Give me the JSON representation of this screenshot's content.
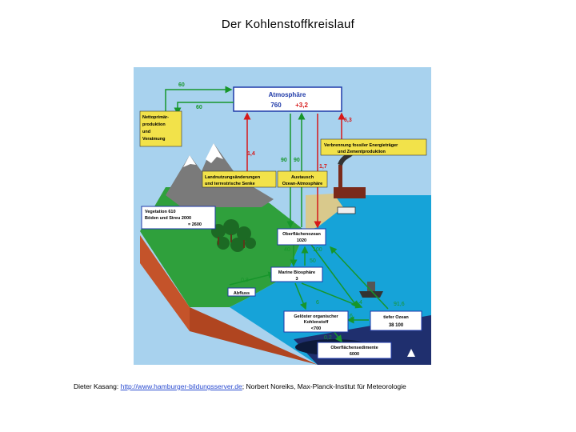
{
  "title": "Der  Kohlenstoffkreislauf",
  "credit": {
    "author": "Dieter Kasang:",
    "link": "http://www.hamburger-bildungsserver.de",
    "rest": "; Norbert Noreiks, Max-Planck-Institut für Meteorologie"
  },
  "diagram": {
    "reservoirs": {
      "atmosphere_label": "Atmosphäre",
      "atmosphere_value": "760",
      "atmosphere_change": "+3,2",
      "npp": [
        "Nettoprimär-",
        "produktion",
        "und",
        "Veratmung"
      ],
      "fossil": [
        "Verbrennung fossiler Energieträger",
        "und Zementproduktion"
      ],
      "land_use": [
        "Landnutzungsänderungen",
        "und terrestrische Senke"
      ],
      "exchange": [
        "Austausch",
        "Ozean-Atmosphäre"
      ],
      "vegetation": [
        "Vegetation 610",
        "Böden und Streu 2000",
        "= 2600"
      ],
      "surface_ocean": [
        "Oberflächenozean",
        "1020"
      ],
      "marine_bio": [
        "Marine Biosphäre",
        "3"
      ],
      "runoff": "Abfluss",
      "dissolved_organic": [
        "Gelöster organischer",
        "Kohlenstoff",
        "<700"
      ],
      "deep_ocean": [
        "tiefer Ozean",
        "38 100"
      ],
      "sediments": [
        "Oberflächensedimente",
        "6000"
      ]
    },
    "fluxes": {
      "f60_top": "60",
      "f60_mid": "60",
      "f6_3": "6,3",
      "f1_4": "1,4",
      "f90a": "90",
      "f90b": "90",
      "f1_7": "1,7",
      "f40": "40",
      "f100": "100",
      "f50": "50",
      "f0_8": "0,8",
      "f6": "6",
      "f4": "4",
      "f91_6": "91,6",
      "f6b": "6",
      "f0_2": "0,2"
    },
    "colors": {
      "sky": "#a8d2ee",
      "ocean": "#16a3d8",
      "land": "#2fa03c",
      "soil": "#c4532a",
      "label_bg": "#f2e24a",
      "arrow_green": "#17962b",
      "arrow_red": "#d61818"
    }
  }
}
